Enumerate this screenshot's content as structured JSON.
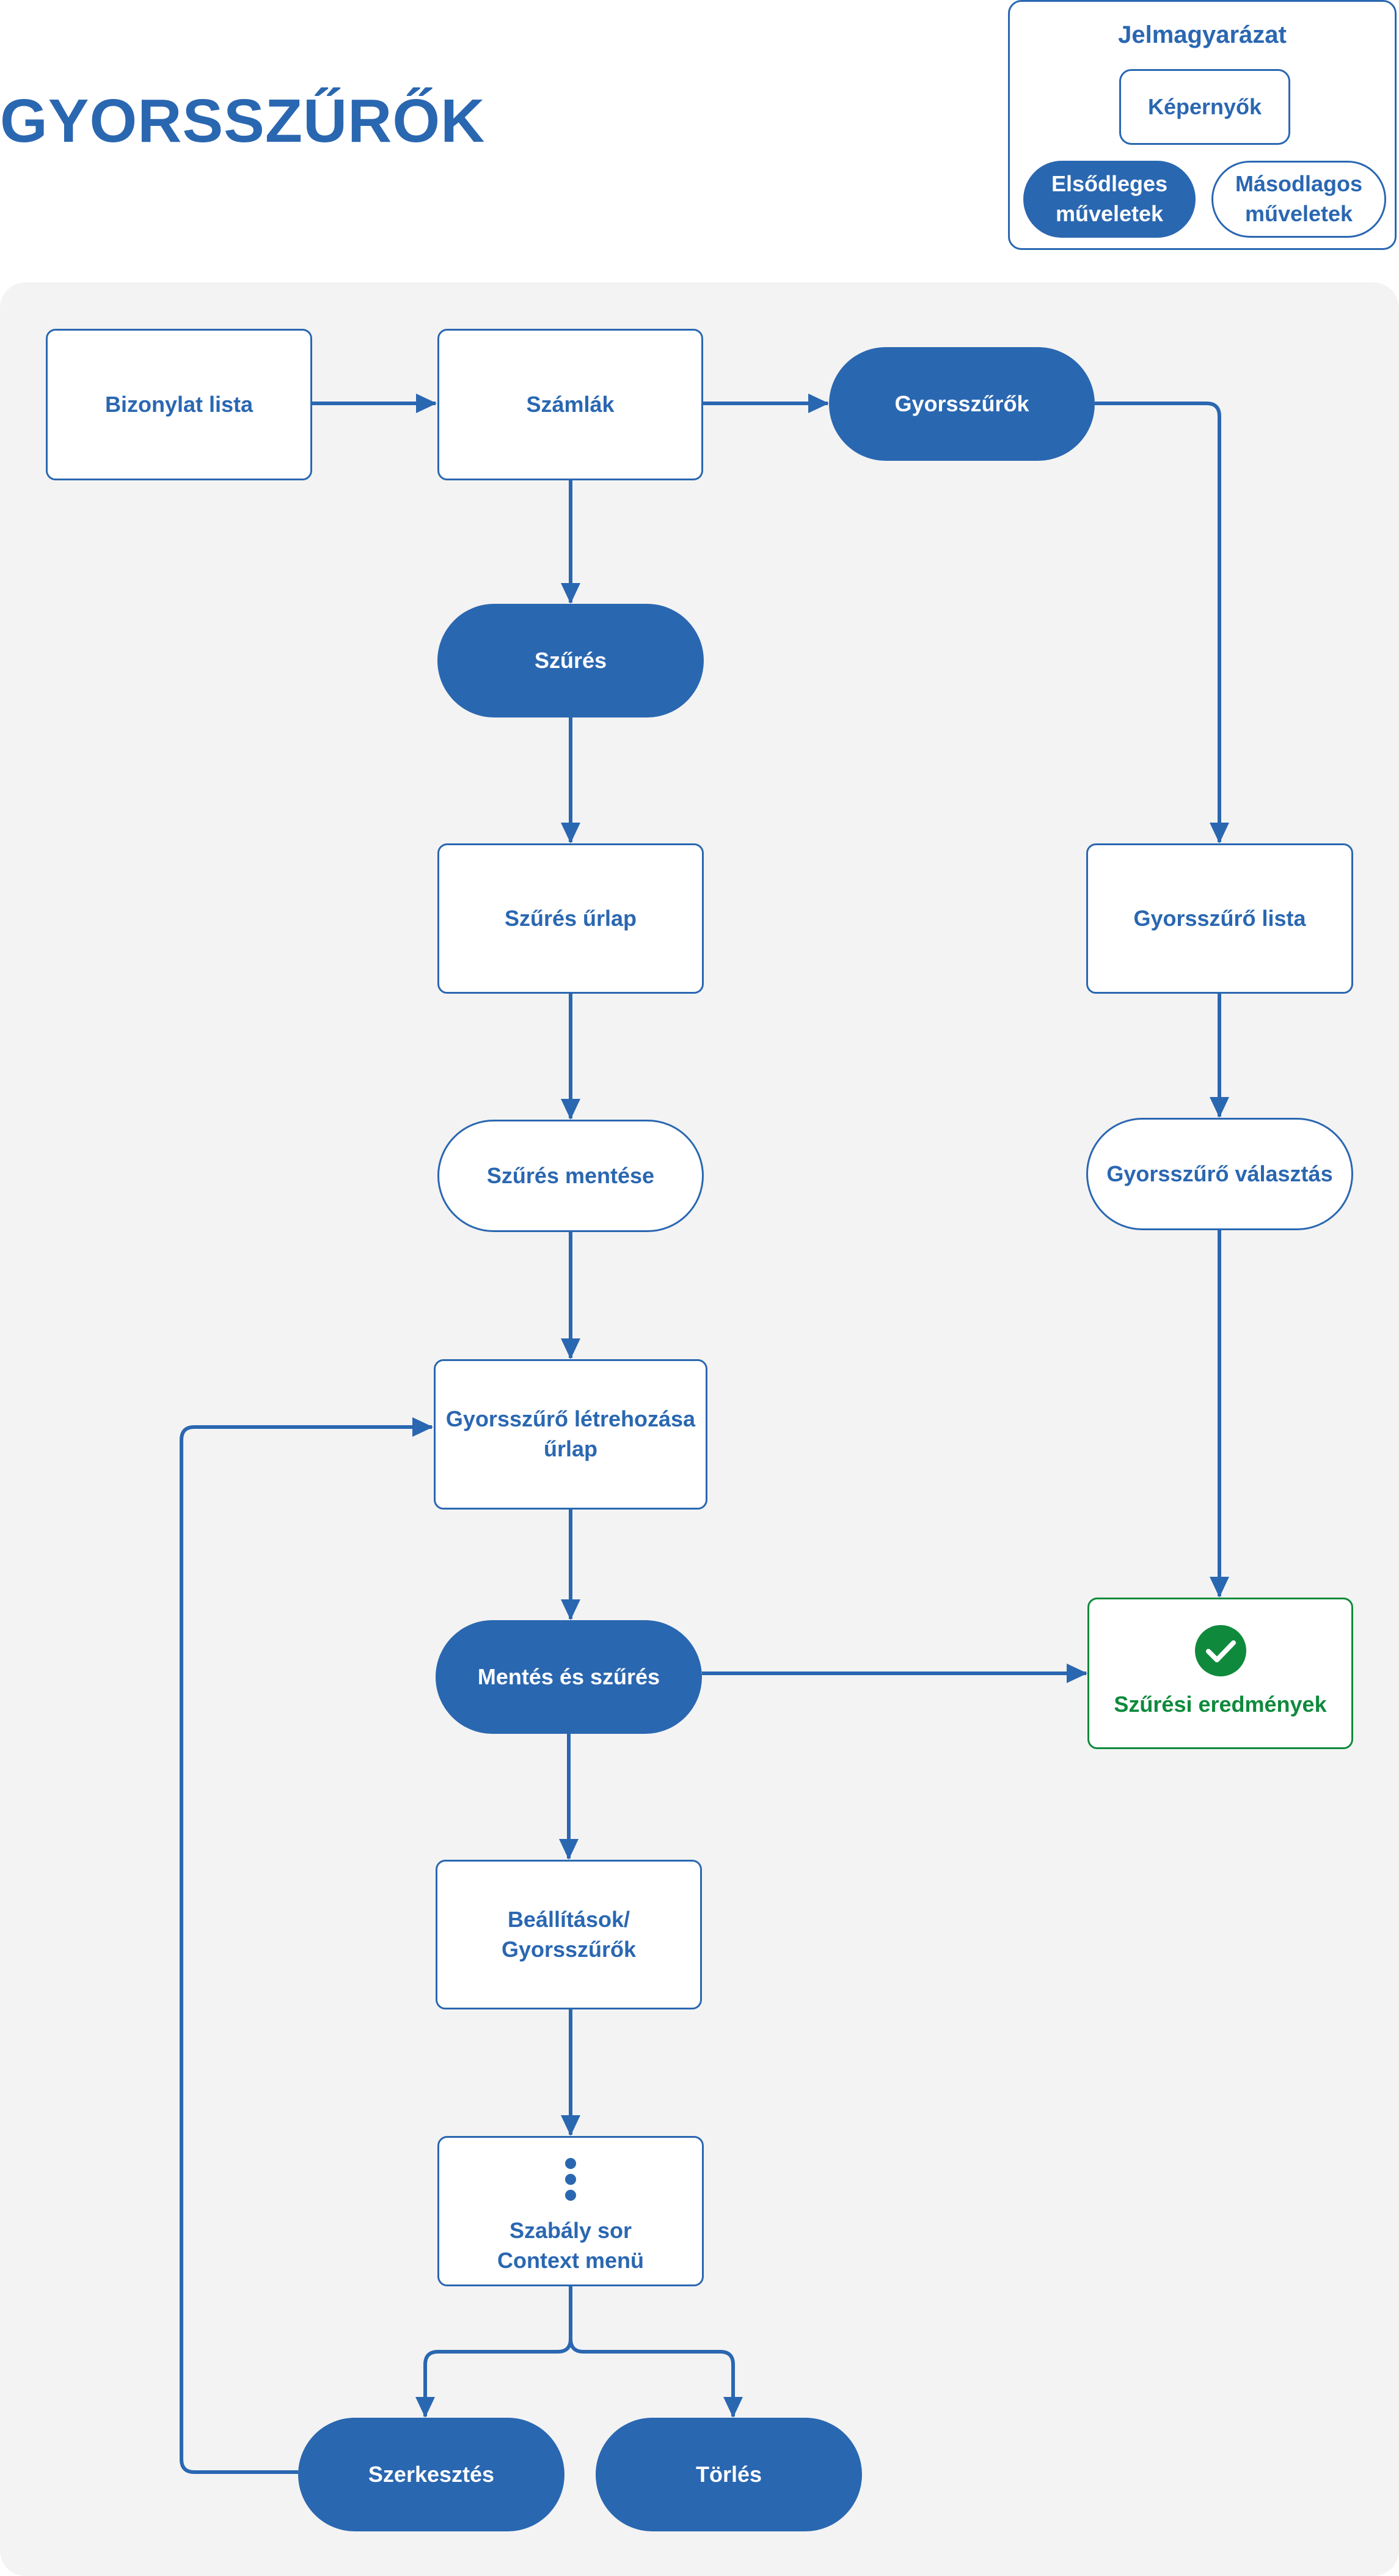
{
  "title": "GYORSSZŰRŐK",
  "legend": {
    "title": "Jelmagyarázat",
    "screens": "Képernyők",
    "primary": "Elsődleges\nműveletek",
    "secondary": "Másodlagos\nműveletek"
  },
  "nodes": {
    "bizonylat_lista": "Bizonylat lista",
    "szamlak": "Számlák",
    "gyorsszurok": "Gyorsszűrők",
    "szures": "Szűrés",
    "szures_urlap": "Szűrés űrlap",
    "gyorsszuro_lista": "Gyorsszűrő lista",
    "szures_mentese": "Szűrés mentése",
    "gyorsszuro_valasztas": "Gyorsszűrő választás",
    "gyorsszuro_letrehozasa": "Gyorsszűrő létrehozása\nűrlap",
    "mentes_es_szures": "Mentés és szűrés",
    "szuresi_eredmenyek": "Szűrési eredmények",
    "beallitasok": "Beállítások/\nGyorsszűrők",
    "szabaly_sor": "Szabály sor\nContext menü",
    "szerkesztes": "Szerkesztés",
    "torles": "Törlés"
  },
  "icons": {
    "check": "check-circle-icon",
    "menu": "vertical-dots-icon"
  },
  "colors": {
    "primary": "#2a67b1",
    "success": "#0f8a3c",
    "canvas": "#f3f3f3"
  }
}
